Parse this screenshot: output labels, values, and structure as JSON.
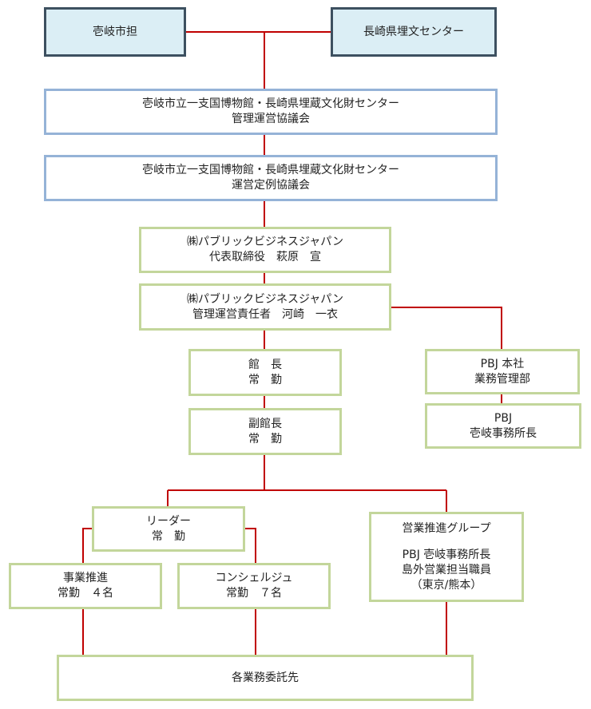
{
  "nodes": {
    "iki_city": {
      "lines": [
        "壱岐市担"
      ]
    },
    "nagasaki_center": {
      "lines": [
        "長崎県埋文センター"
      ]
    },
    "council_management": {
      "lines": [
        "壱岐市立一支国博物館・長崎県埋蔵文化財センター",
        "管理運営協議会"
      ]
    },
    "council_regular": {
      "lines": [
        "壱岐市立一支国博物館・長崎県埋蔵文化財センター",
        "運営定例協議会"
      ]
    },
    "pbj_ceo": {
      "lines": [
        "㈱パブリックビジネスジャパン",
        "代表取締役　萩原　宣"
      ]
    },
    "pbj_manager": {
      "lines": [
        "㈱パブリックビジネスジャパン",
        "管理運営責任者　河崎　一衣"
      ]
    },
    "director": {
      "lines": [
        "館　長",
        "常　勤"
      ]
    },
    "vice_director": {
      "lines": [
        "副館長",
        "常　勤"
      ]
    },
    "pbj_hq": {
      "lines": [
        "PBJ 本社",
        "業務管理部"
      ]
    },
    "pbj_iki_office": {
      "lines": [
        "PBJ",
        "壱岐事務所長"
      ]
    },
    "leader": {
      "lines": [
        "リーダー",
        "常　勤"
      ]
    },
    "sales_group": {
      "title": "営業推進グループ",
      "lines": [
        "PBJ 壱岐事務所長",
        "島外営業担当職員",
        "（東京/熊本）"
      ]
    },
    "business_promotion": {
      "lines": [
        "事業推進",
        "常勤　４名"
      ]
    },
    "concierge": {
      "lines": [
        "コンシェルジュ",
        "常勤　７名"
      ]
    },
    "contractors": {
      "lines": [
        "各業務委託先"
      ]
    }
  },
  "colors": {
    "connector": "#c00000",
    "top_fill": "#dbeef5",
    "top_border": "#3d5060",
    "blue_border": "#95b3d7",
    "green_border": "#c3d69b"
  }
}
